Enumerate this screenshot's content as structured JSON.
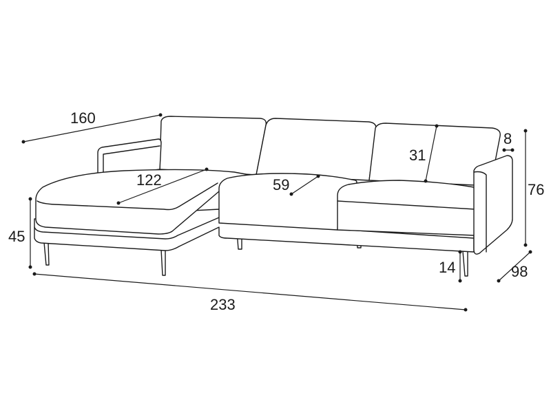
{
  "diagram": {
    "subject": "corner sofa with left chaise, dimensions",
    "colors": {
      "line": "#1a1a1a",
      "background": "#ffffff"
    },
    "dimensions": {
      "chaise_length": "160",
      "chaise_seat_depth": "122",
      "seat_depth": "59",
      "back_cushion_height": "31",
      "armrest_width": "8",
      "total_height": "76",
      "depth": "98",
      "leg_height": "14",
      "seat_height": "45",
      "total_width": "233"
    }
  }
}
